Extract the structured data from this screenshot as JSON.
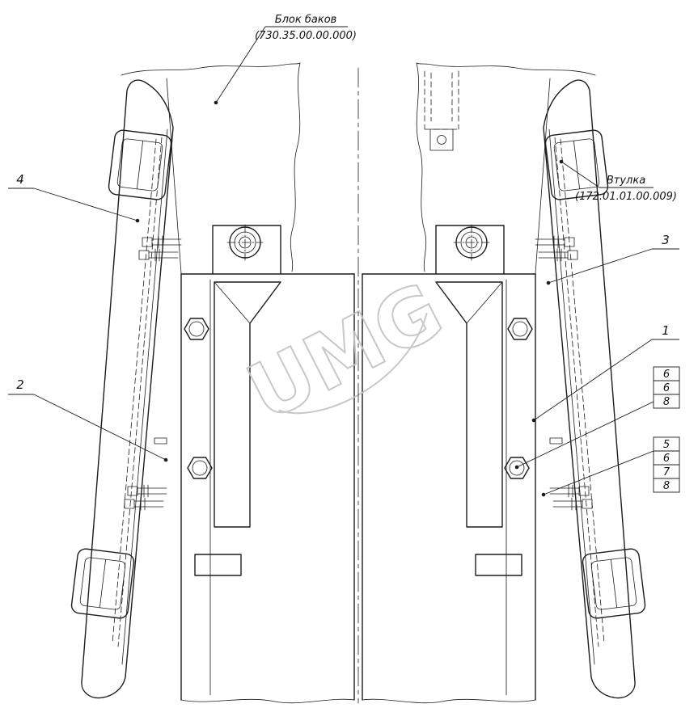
{
  "page": {
    "watermark": "UMG",
    "background": "#ffffff"
  },
  "colors": {
    "line": "#1c1c1c",
    "watermark": "#c3c3c3"
  },
  "annotations": {
    "block_label": {
      "title": "Блок баков",
      "code": "(730.35.00.00.000)"
    },
    "bushing_label": {
      "title": "Втулка",
      "code": "(172.01.01.00.009)"
    },
    "callout_4": "4",
    "callout_2": "2",
    "callout_3": "3",
    "callout_1": "1",
    "stack_a": [
      "6",
      "6",
      "8"
    ],
    "stack_b": [
      "5",
      "6",
      "7",
      "8"
    ]
  }
}
